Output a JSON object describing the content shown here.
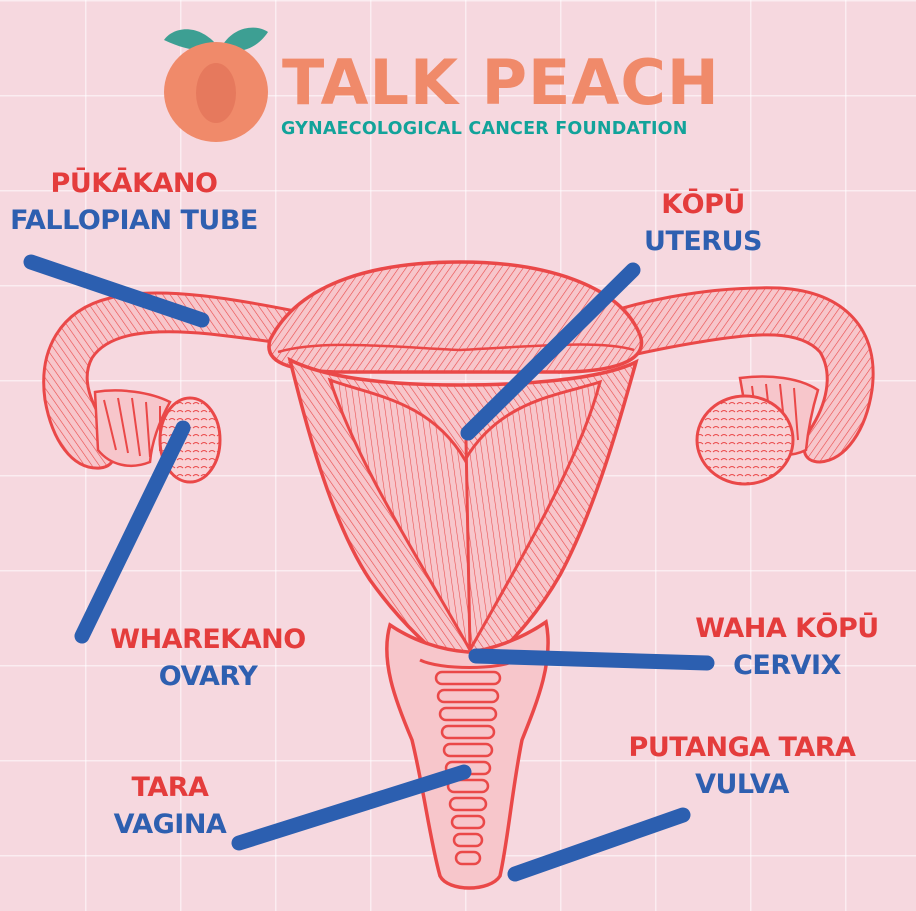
{
  "brand": {
    "name": "TALK PEACH",
    "tagline": "GYNAECOLOGICAL CANCER FOUNDATION"
  },
  "labels": {
    "fallopian": {
      "maori": "PŪKĀKANO",
      "english": "FALLOPIAN TUBE"
    },
    "uterus": {
      "maori": "KŌPŪ",
      "english": "UTERUS"
    },
    "ovary": {
      "maori": "WHAREKANO",
      "english": "OVARY"
    },
    "cervix": {
      "maori": "WAHA KŌPŪ",
      "english": "CERVIX"
    },
    "vagina": {
      "maori": "TARA",
      "english": "VAGINA"
    },
    "vulva": {
      "maori": "PUTANGA TARA",
      "english": "VULVA"
    }
  },
  "colors": {
    "background": "#f6d8df",
    "anatomy_red": "#ea4848",
    "anatomy_fill": "#f7c8cd",
    "pointer_blue": "#2c5fb0",
    "maori_red": "#e43c3c",
    "english_blue": "#2e5fb0",
    "brand_peach": "#f08a6a",
    "tagline_teal": "#12a39a",
    "leaf_teal": "#3d9f93"
  },
  "icons": {
    "logo": "peach-icon"
  }
}
